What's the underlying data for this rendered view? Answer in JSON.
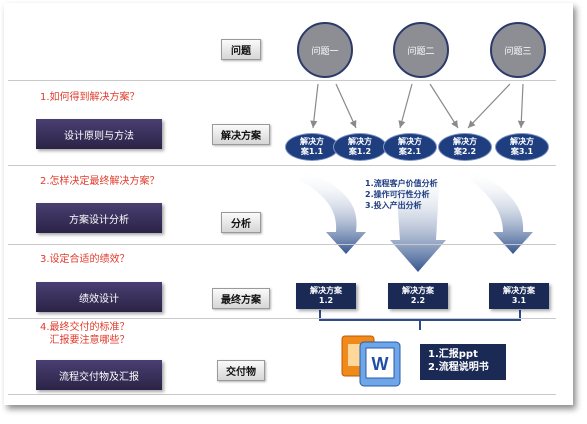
{
  "labels": {
    "problem": "问题",
    "solution": "解决方案",
    "analysis": "分析",
    "final": "最终方案",
    "deliverable": "交付物"
  },
  "problems": [
    "问题一",
    "问题二",
    "问题三"
  ],
  "questions": [
    "1.如何得到解决方案？",
    "2.怎样决定最终解决方案？",
    "3.设定合适的绩效？",
    "4.最终交付的标准？\n   汇报要注意哪些？"
  ],
  "stages": [
    "设计原则与方法",
    "方案设计分析",
    "绩效设计",
    "流程交付物及汇报"
  ],
  "solutions": [
    "解决方\n案1.1",
    "解决方\n案1.2",
    "解决方\n案2.1",
    "解决方\n案2.2",
    "解决方\n案3.1"
  ],
  "analysis_items": [
    "1.流程客户价值分析",
    "2.操作可行性分析",
    "3.投入产出分析"
  ],
  "final_solutions": [
    "解决方案\n1.2",
    "解决方案\n2.2",
    "解决方案\n3.1"
  ],
  "deliverables": [
    "1.汇报ppt",
    "2.流程说明书"
  ],
  "colors": {
    "question": "#e03a2a",
    "stage": "#3b3160",
    "oval": "#1f3e80",
    "box": "#1a2a55"
  }
}
